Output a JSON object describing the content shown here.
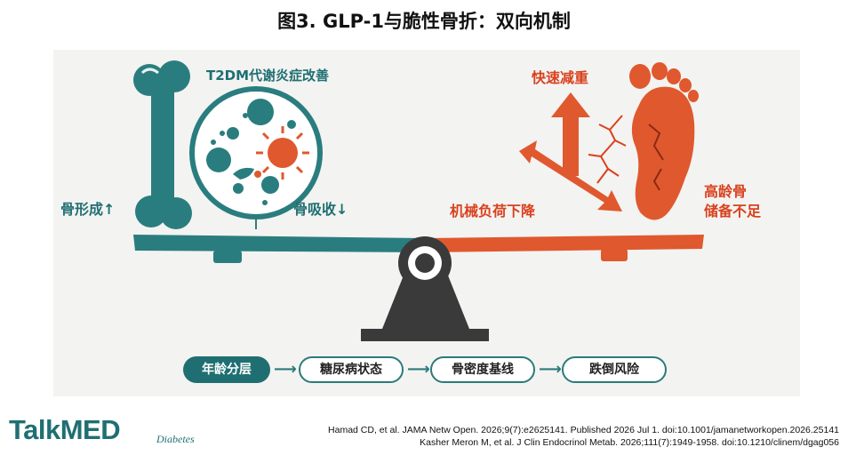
{
  "title": "图3. GLP-1与脆性骨折：双向机制",
  "left": {
    "circle_label": "T2DM代谢炎症改善",
    "bone_formation": "骨形成↑",
    "bone_resorption": "骨吸收↓"
  },
  "right": {
    "weight_loss": "快速减重",
    "mechanical_load": "机械负荷下降",
    "bone_reserve_line1": "高龄骨",
    "bone_reserve_line2": "储备不足"
  },
  "flow": [
    "年龄分层",
    "糖尿病状态",
    "骨密度基线",
    "跌倒风险"
  ],
  "logo": {
    "brand": "TalkMED",
    "sub": "Diabetes"
  },
  "references": [
    "Hamad CD, et al. JAMA Netw Open. 2026;9(7):e2625141. Published 2026 Jul 1. doi:10.1001/jamanetworkopen.2026.25141",
    "Kasher Meron M, et al. J Clin Endocrinol Metab. 2026;111(7):1949-1958. doi:10.1210/clinem/dgag056"
  ],
  "colors": {
    "teal": "#1f6f72",
    "red": "#d9411e",
    "dark": "#3a3a3a"
  }
}
